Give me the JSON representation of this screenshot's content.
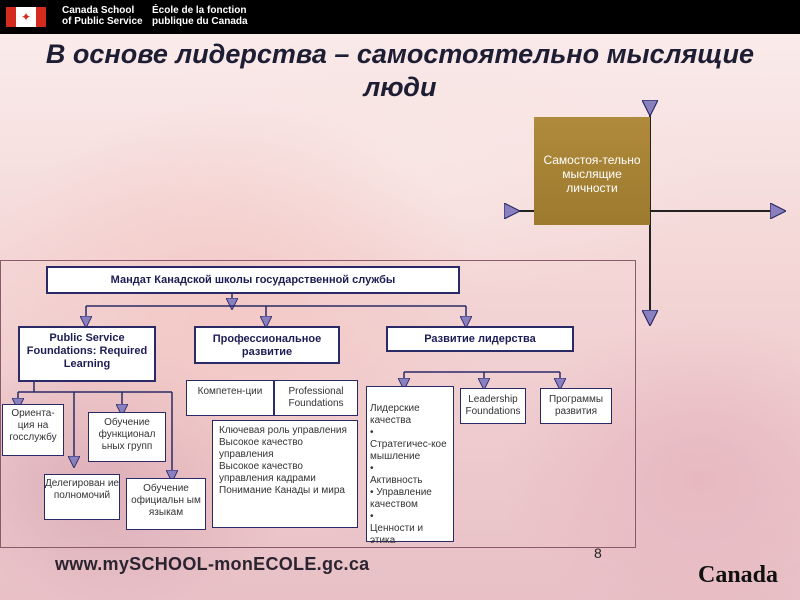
{
  "header": {
    "org_en": "Canada School\nof Public Service",
    "org_fr": "École de la fonction\npublique du Canada"
  },
  "title": "В основе лидерства – самостоятельно мыслящие люди",
  "diagram": {
    "gold_box": "Самостоя-тельно мыслящие личности",
    "mandate": "Мандат Канадской школы государственной службы",
    "pillars": {
      "psf": "Public Service Foundations: Required Learning",
      "prof": "Профессиональное развитие",
      "lead": "Развитие лидерства"
    },
    "psf_items": {
      "orientation": "Ориента-ция на госслужбу",
      "functional": "Обучение функционал ьных групп",
      "delegation": "Делегирован ие полномочий",
      "languages": "Обучение официальн ым языкам"
    },
    "prof_items": {
      "competencies": "Компетен-ции",
      "professional_foundations": "Professional Foundations",
      "key_list": " Ключевая роль управления\n Высокое качество управления\n Высокое качество управления кадрами\n Понимание Канады и мира"
    },
    "lead_items": {
      "qualities": "Лидерские качества\n•\nСтратегичес-кое мышление\n•\nАктивность\n• Управление качеством\n•\nЦенности и этика",
      "leadership_foundations": "Leadership Foundations",
      "programs": "Программы развития"
    }
  },
  "footer": {
    "url": "www.mySCHOOL-monECOLE.gc.ca",
    "page": "8",
    "wordmark": "Canada"
  },
  "colors": {
    "gold": "#a5812f",
    "navy": "#2a2a66",
    "arrow_fill": "#7a6fb0"
  }
}
